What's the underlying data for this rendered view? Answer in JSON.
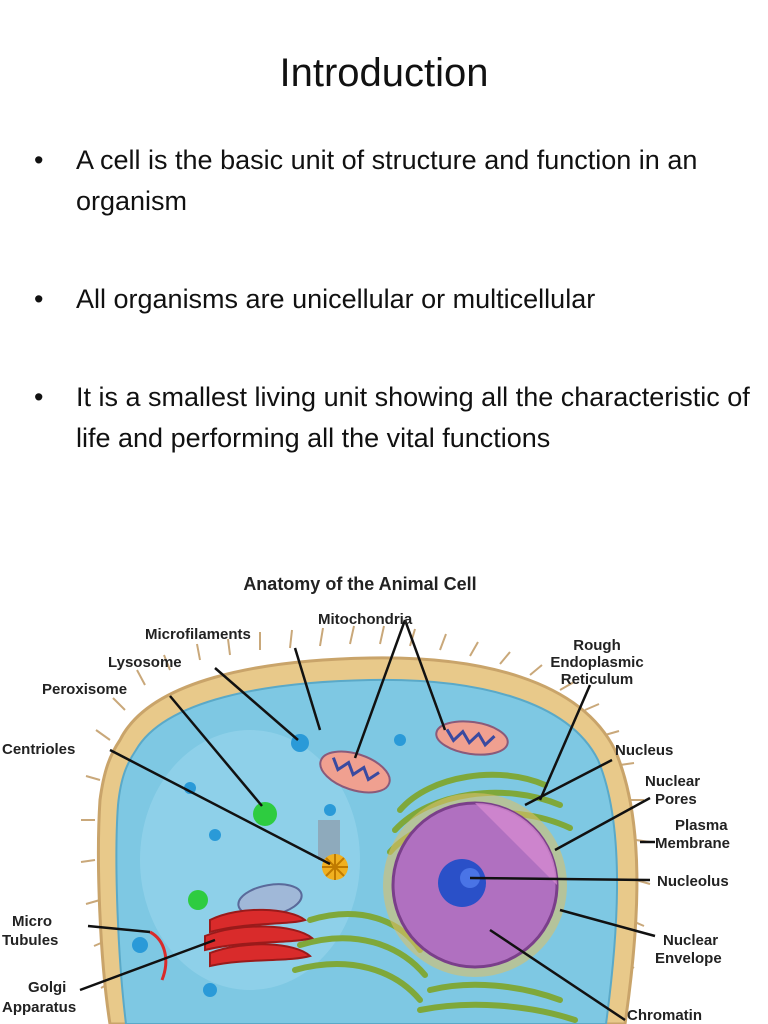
{
  "slide": {
    "title": "Introduction",
    "bullets": [
      "A cell is the basic unit of structure and function in an organism",
      "All organisms are unicellular or multicellular",
      "It is a smallest living unit showing all the characteristic  of life and performing all the vital functions"
    ]
  },
  "figure": {
    "title": "Anatomy of the Animal Cell",
    "labels": {
      "mitochondria": "Mitochondria",
      "microfilaments": "Microfilaments",
      "lysosome": "Lysosome",
      "peroxisome": "Peroxisome",
      "centrioles": "Centrioles",
      "micro_1": "Micro",
      "micro_2": "Tubules",
      "golgi_1": "Golgi",
      "golgi_2": "Apparatus",
      "rough_1": "Rough",
      "rough_2": "Endoplasmic",
      "rough_3": "Reticulum",
      "nucleus": "Nucleus",
      "pores_1": "Nuclear",
      "pores_2": "Pores",
      "plasma_1": "Plasma",
      "plasma_2": "Membrane",
      "nucleolus": "Nucleolus",
      "envelope_1": "Nuclear",
      "envelope_2": "Envelope",
      "chromatin": "Chromatin"
    },
    "colors": {
      "cytoplasm": "#7ec8e3",
      "membrane": "#e8c98a",
      "nucleus": "#b070c0",
      "nucleolus": "#2a50c8",
      "golgi": "#d92b2b",
      "er": "#7fa83a"
    }
  }
}
